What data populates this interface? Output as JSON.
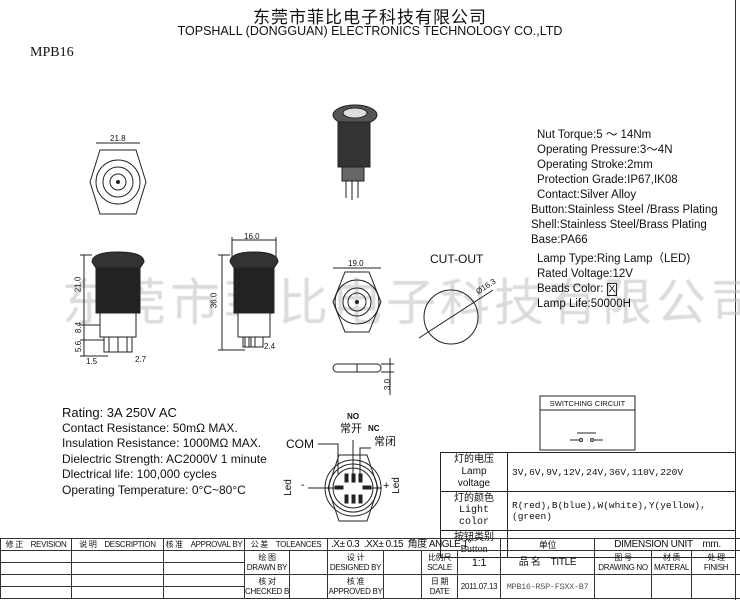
{
  "header": {
    "company_cn": "东莞市菲比电子科技有限公司",
    "company_en": "TOPSHALL (DONGGUAN) ELECTRONICS TECHNOLOGY CO.,LTD",
    "model": "MPB16"
  },
  "watermark": "东莞市菲比电子科技有限公司",
  "dimensions": {
    "top_width": "21.8",
    "side_height": "21.0",
    "pin_height": "8.4",
    "pin_len": "5.6",
    "pin_pitch": "1.5",
    "pin_offset": "2.7",
    "body_width": "16.0",
    "total_height": "36.0",
    "tab_pitch": "2.4",
    "nut_width": "19.0",
    "nut_thickness": "3.0",
    "cutout_label": "CUT-OUT",
    "cutout_dia": "Ø16.3"
  },
  "specs": [
    "Nut Torque:5 ～ 14Nm",
    "Operating Pressure:3～4N",
    "Operating Stroke:2mm",
    "Protection Grade:IP67,IK08",
    "Contact:Silver Alloy",
    "Button:Stainless Steel /Brass Plating",
    "Shell:Stainless Steel/Brass Plating",
    "Base:PA66",
    "Lamp Type:Ring Lamp（LED)",
    "Rated Voltage:12V",
    "Beads Color:",
    "Lamp Life:50000H"
  ],
  "beads_color_box": "X",
  "ratings": [
    "Rating: 3A 250V AC",
    "Contact Resistance: 50mΩ MAX.",
    "Insulation Resistance: 1000MΩ MAX.",
    "Dielectric Strength: AC2000V 1 minute",
    "Dlectrical life: 100,000 cycles",
    "Operating Temperature:  0°C~80°C"
  ],
  "pinout": {
    "no": "NO",
    "no_cn": "常开",
    "nc": "NC",
    "nc_cn": "常闭",
    "com": "COM",
    "led_minus": "Led",
    "minus": "-",
    "led_plus": "Led",
    "plus": "+"
  },
  "switching_circuit": "SWITCHING CIRCUIT",
  "options_table": [
    {
      "label_cn": "灯的电压",
      "label_en": "Lamp voltage",
      "value": "3V,6V,9V,12V,24V,36V,110V,220V"
    },
    {
      "label_cn": "灯的颜色",
      "label_en": "Light color",
      "value": "R(red),B(blue),W(white),Y(yellow),(green)"
    },
    {
      "label_cn": "按钮类别",
      "label_en": "Button",
      "value": ""
    }
  ],
  "title_block": {
    "revision": "修 正　REVISION",
    "description": "说 明　DESCRIPTION",
    "approval": "核 准　APPROVAL BY",
    "tolerances": "公 差　TOLEANCES",
    "x_tol": ".X± 0.3",
    "xx_tol": ".XX± 0.15",
    "angle": "角度 ANGLE 1°",
    "unit_cn": "单位",
    "unit": "DIMENSION UNIT　mm.",
    "drawn_cn": "绘 图",
    "drawn": "DRAWN BY",
    "checked_cn": "核 对",
    "checked": "CHECKED BY",
    "designed_cn": "设 计",
    "designed": "DESIGNED BY",
    "approved_cn": "核 准",
    "approved": "APPROVED BY",
    "scale_cn": "比例尺",
    "scale": "SCALE",
    "scale_value": "1:1",
    "date_cn": "日 期",
    "date": "DATE",
    "date_value": "2011.07.13",
    "title_cn": "品 名",
    "title": "TITLE",
    "title_value": "MPB16-R5P-FSXX-B7",
    "drawing_no_cn": "图 号",
    "drawing_no": "DRAWING NO",
    "material_cn": "材 质",
    "material": "MATERAL",
    "finish_cn": "处 理",
    "finish": "FINISH"
  }
}
